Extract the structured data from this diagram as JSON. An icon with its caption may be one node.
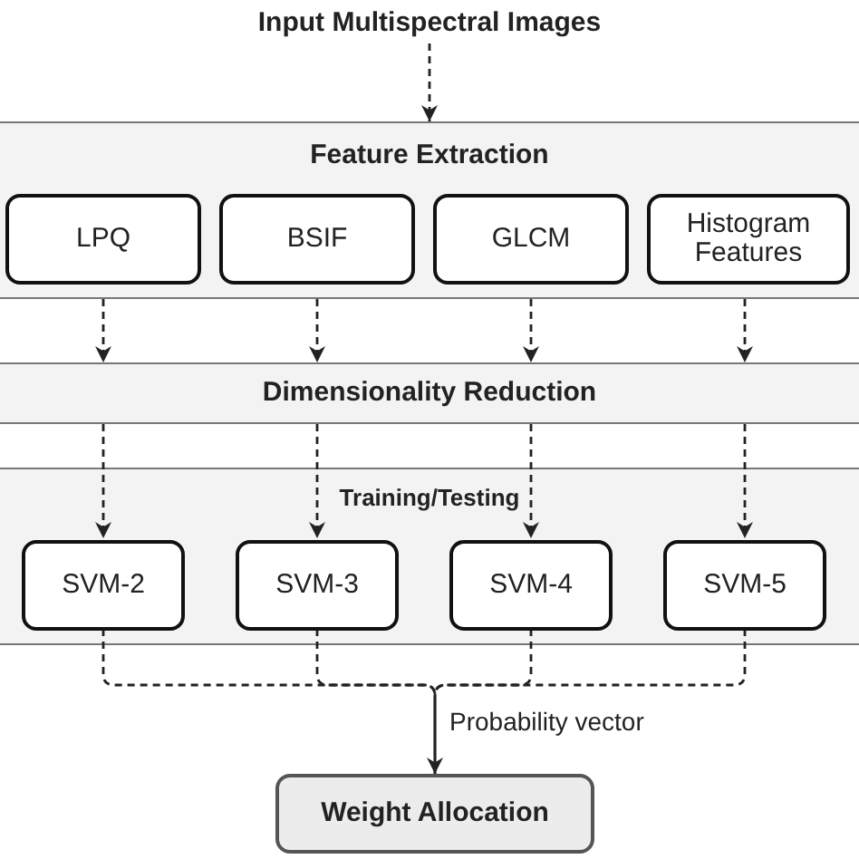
{
  "diagram": {
    "nodes": [
      {
        "text": [
          "Input Multispectral Images"
        ]
      },
      {
        "text": [
          "Feature Extraction"
        ]
      },
      {
        "text": [
          "LPQ"
        ],
        "in": 1
      },
      {
        "text": [
          "BSIF"
        ],
        "in": 1
      },
      {
        "text": [
          "GLCM"
        ],
        "in": 1
      },
      {
        "text": [
          "Histogram Features"
        ],
        "in": 1
      },
      {
        "text": [
          "Dimensionality Reduction"
        ]
      },
      {
        "text": [
          "Training/Testing"
        ]
      },
      {
        "text": [
          "SVM-2"
        ],
        "in": 7
      },
      {
        "text": [
          "SVM-3"
        ],
        "in": 7
      },
      {
        "text": [
          "SVM-4"
        ],
        "in": 7
      },
      {
        "text": [
          "SVM-5"
        ],
        "in": 7
      },
      {
        "text": [
          "Weight Allocation"
        ]
      }
    ],
    "edges": [
      {
        "from": 0,
        "to": 1,
        "arrow": "to",
        "style": "dashed"
      },
      {
        "from": 1,
        "to": 6,
        "arrow": "to",
        "style": "dashed"
      },
      {
        "from": 1,
        "to": 6,
        "arrow": "to",
        "style": "dashed"
      },
      {
        "from": 1,
        "to": 6,
        "arrow": "to",
        "style": "dashed"
      },
      {
        "from": 1,
        "to": 6,
        "arrow": "to",
        "style": "dashed"
      },
      {
        "from": 6,
        "to": 8,
        "arrow": "to",
        "style": "dashed"
      },
      {
        "from": 6,
        "to": 9,
        "arrow": "to",
        "style": "dashed"
      },
      {
        "from": 6,
        "to": 10,
        "arrow": "to",
        "style": "dashed"
      },
      {
        "from": 6,
        "to": 11,
        "arrow": "to",
        "style": "dashed"
      },
      {
        "from": 8,
        "to": 12,
        "arrow": "to",
        "style": "dashed"
      },
      {
        "from": 9,
        "to": 12,
        "arrow": "to",
        "style": "dashed",
        "label": "Probability vector"
      },
      {
        "from": 10,
        "to": 12,
        "arrow": "to",
        "style": "dashed"
      },
      {
        "from": 11,
        "to": 12,
        "arrow": "to",
        "style": "dashed"
      }
    ]
  }
}
